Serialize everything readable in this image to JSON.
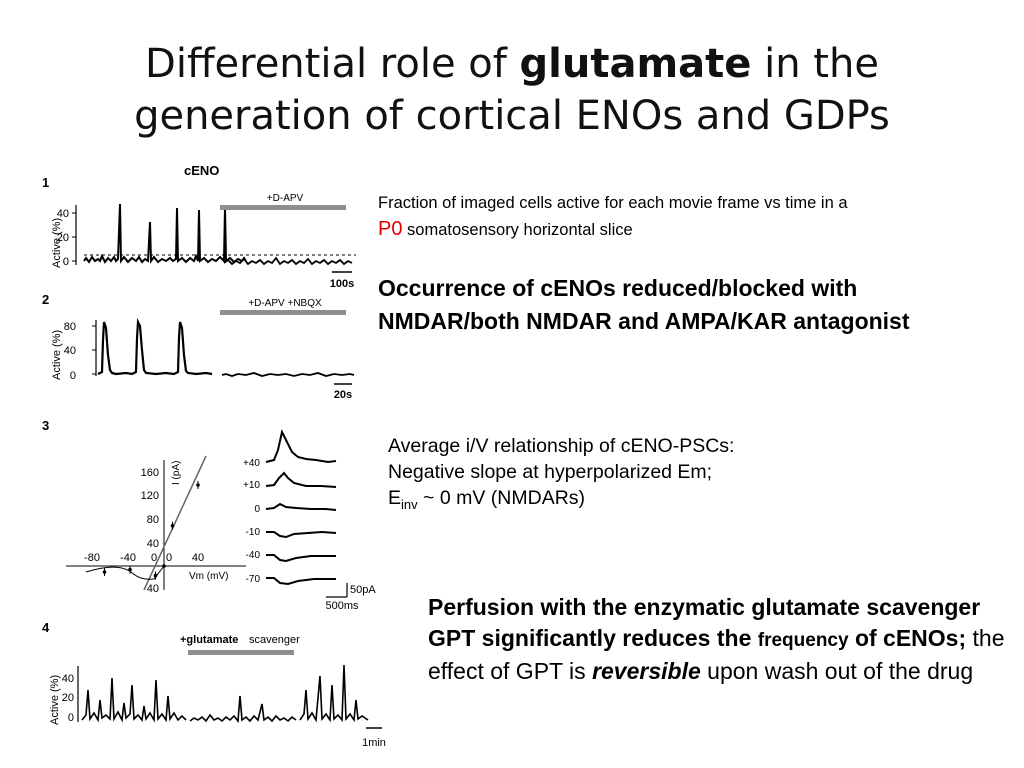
{
  "slide": {
    "title_pre": "Differential role of ",
    "title_bold": "glutamate",
    "title_post": " in the",
    "title_line2": "generation of cortical ENOs and GDPs"
  },
  "text": {
    "cap1_line1": "Fraction of imaged cells active for each movie frame vs time in a",
    "cap1_p0": "P0",
    "cap1_line2": " somatosensory horizontal slice",
    "bold1": "Occurrence of cENOs reduced/blocked with NMDAR/both NMDAR and AMPA/KAR antagonist",
    "iv_line1": "Average i/V relationship of cENO-PSCs:",
    "iv_line2": "Negative slope at hyperpolarized Em;",
    "iv_e": "E",
    "iv_sub": "inv",
    "iv_rest": " ~ 0 mV (NMDARs)",
    "gpt_bold1": "Perfusion with the enzymatic glutamate scavenger GPT significantly reduces the ",
    "gpt_small": "frequency",
    "gpt_bold2": " of cENOs;",
    "gpt_plain1": " the effect of GPT is ",
    "gpt_bi": "reversible",
    "gpt_plain2": " upon wash out of the drug"
  },
  "figure": {
    "cENO": "cENO",
    "panel_numbers": [
      "1",
      "2",
      "3",
      "4"
    ],
    "active_label": "Active (%)",
    "p1": {
      "yticks": [
        "40",
        "20",
        "0"
      ],
      "drug": "+D-APV",
      "scale": "100s"
    },
    "p2": {
      "yticks": [
        "80",
        "40",
        "0"
      ],
      "drug": "+D-APV +NBQX",
      "scale": "20s"
    },
    "p3": {
      "y_axis": "I (pA)",
      "x_axis": "Vm (mV)",
      "yticks": [
        "160",
        "120",
        "80",
        "40",
        "40"
      ],
      "xticks": [
        "-80",
        "-40",
        "0",
        "0",
        "40"
      ],
      "trace_labels": [
        "+40",
        "+10",
        "0",
        "-10",
        "-40",
        "-70"
      ],
      "scale_pa": "50pA",
      "scale_ms": "500ms",
      "points": [
        {
          "vm": -70,
          "i": -10
        },
        {
          "vm": -40,
          "i": -6
        },
        {
          "vm": -10,
          "i": -16
        },
        {
          "vm": 0,
          "i": 0
        },
        {
          "vm": 10,
          "i": 67
        },
        {
          "vm": 40,
          "i": 135
        }
      ]
    },
    "p4": {
      "yticks": [
        "40",
        "20",
        "0"
      ],
      "drug_a": "+glutamate",
      "drug_b": "scavenger",
      "scale": "1min"
    }
  }
}
